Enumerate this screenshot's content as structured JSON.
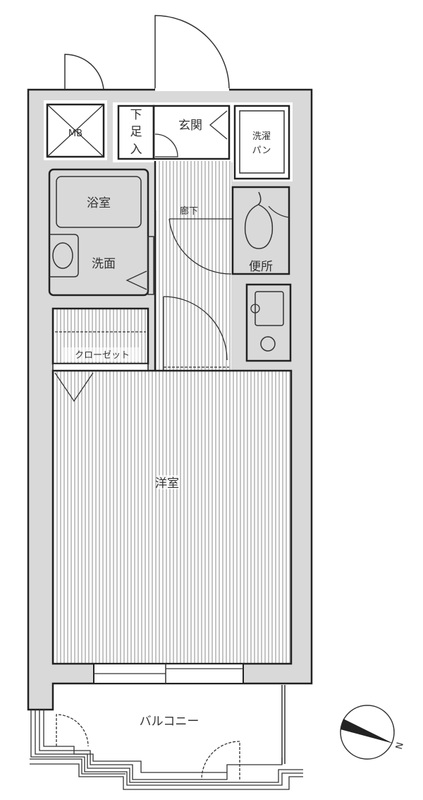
{
  "plan": {
    "rooms": {
      "western_room": "洋室",
      "bathroom": "浴室",
      "washroom": "洗面",
      "closet": "クローゼット",
      "hallway": "廊下",
      "toilet": "便所",
      "laundry_pan_1": "洗濯",
      "laundry_pan_2": "パン",
      "entrance": "玄関",
      "shoe_box_1": "下",
      "shoe_box_2": "足",
      "shoe_box_3": "入",
      "meter_box": "MB",
      "balcony": "バルコニー"
    },
    "compass": {
      "north_label": "N"
    },
    "colors": {
      "wall": "#d9d9d9",
      "line": "#222222",
      "hatch": "#8a8a8a"
    }
  }
}
